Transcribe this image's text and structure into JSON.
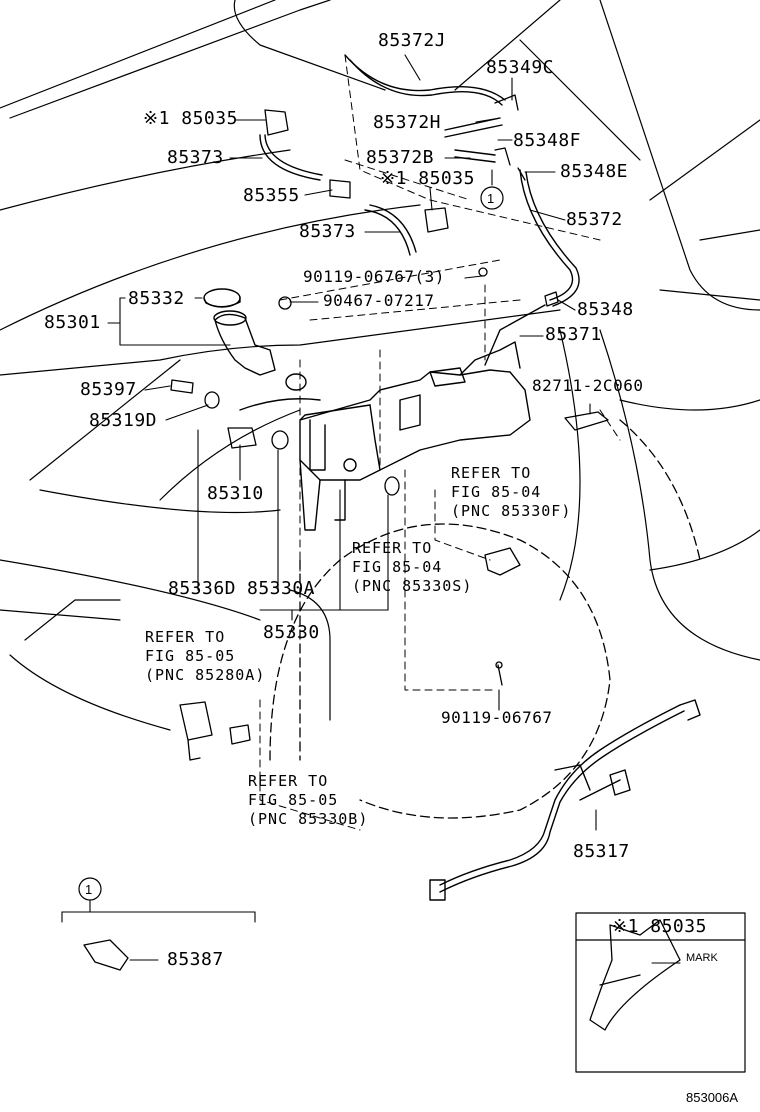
{
  "labels": {
    "p85372J": "85372J",
    "p85349C": "85349C",
    "p85035_a": "※1 85035",
    "p85372H": "85372H",
    "p85348F": "85348F",
    "p85373_a": "85373",
    "p85372B": "85372B",
    "p85348E": "85348E",
    "p85035_b": "※1 85035",
    "p85355": "85355",
    "p85372": "85372",
    "p85373_b": "85373",
    "p90119_06767_3": "90119-06767(3)",
    "p85332": "85332",
    "p90467_07217": "90467-07217",
    "p85301": "85301",
    "p85348": "85348",
    "p85371": "85371",
    "p85397": "85397",
    "p82711_2C060": "82711-2C060",
    "p85319D": "85319D",
    "p85310": "85310",
    "p85336D": "85336D",
    "p85330A": "85330A",
    "p85330": "85330",
    "p90119_06767": "90119-06767",
    "p85317": "85317",
    "p85387": "85387"
  },
  "refs": {
    "ref_85330F": "REFER TO\nFIG 85-04\n(PNC 85330F)",
    "ref_85330S": "REFER TO\nFIG 85-04\n(PNC 85330S)",
    "ref_85280A": "REFER TO\nFIG 85-05\n(PNC 85280A)",
    "ref_85330B": "REFER TO\nFIG 85-05\n(PNC 85330B)"
  },
  "callout": {
    "number": "1"
  },
  "inset": {
    "title": "※1 85035",
    "mark_label": "MARK"
  },
  "footer": {
    "drawing_id": "853006A"
  }
}
